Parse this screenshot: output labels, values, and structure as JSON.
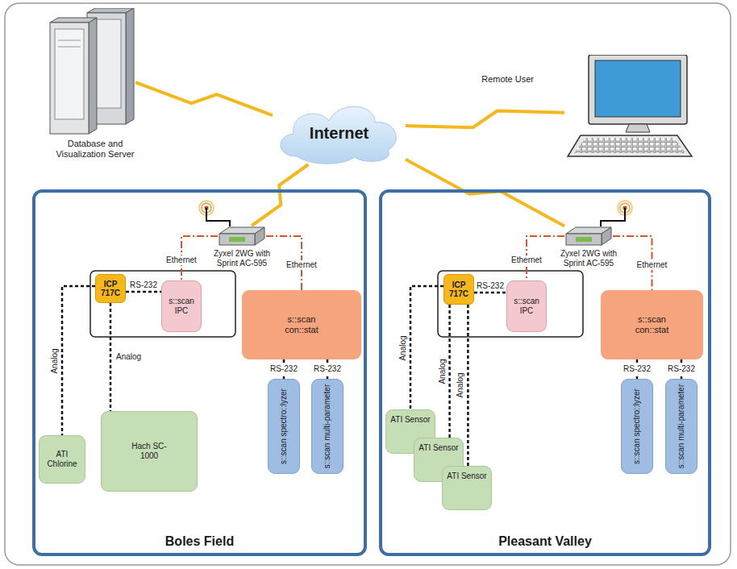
{
  "diagram": {
    "nodes": [
      {
        "text": [
          "Database and Visualization Server"
        ]
      },
      {
        "text": [
          "Internet"
        ]
      },
      {
        "text": [
          "Remote User"
        ]
      },
      {
        "text": [
          "Boles Field"
        ]
      },
      {
        "text": [
          "Zyxel 2WG with Sprint AC-595"
        ],
        "in": 3
      },
      {
        "text": [
          "ICP 717C"
        ],
        "in": 3
      },
      {
        "text": [
          "s::scan IPC"
        ],
        "in": 3
      },
      {
        "text": [
          "s::scan con::stat"
        ],
        "in": 3
      },
      {
        "text": [
          "ATI Chlorine"
        ],
        "in": 3
      },
      {
        "text": [
          "Hach SC-1000"
        ],
        "in": 3
      },
      {
        "text": [
          "s::scan spectro::lyzer"
        ],
        "in": 3
      },
      {
        "text": [
          "s::scan multi-parameter"
        ],
        "in": 3
      },
      {
        "text": [
          "Pleasant Valley"
        ]
      },
      {
        "text": [
          "Zyxel 2WG with Sprint AC-595"
        ],
        "in": 12
      },
      {
        "text": [
          "ICP 717C"
        ],
        "in": 12
      },
      {
        "text": [
          "s::scan IPC"
        ],
        "in": 12
      },
      {
        "text": [
          "s::scan con::stat"
        ],
        "in": 12
      },
      {
        "text": [
          "ATI Sensor"
        ],
        "in": 12
      },
      {
        "text": [
          "ATI Sensor"
        ],
        "in": 12
      },
      {
        "text": [
          "ATI Sensor"
        ],
        "in": 12
      },
      {
        "text": [
          "s::scan spectro::lyzer"
        ],
        "in": 12
      },
      {
        "text": [
          "s::scan multi-parameter"
        ],
        "in": 12
      }
    ],
    "edges": [
      {
        "from": 0,
        "to": 1,
        "arrow": "none"
      },
      {
        "from": 2,
        "to": 1,
        "arrow": "none"
      },
      {
        "from": 4,
        "to": 1,
        "arrow": "none"
      },
      {
        "from": 13,
        "to": 1,
        "arrow": "none"
      },
      {
        "from": 4,
        "to": 6,
        "label": "Ethernet",
        "arrow": "none"
      },
      {
        "from": 4,
        "to": 7,
        "label": "Ethernet",
        "arrow": "none"
      },
      {
        "from": 5,
        "to": 6,
        "label": "RS-232",
        "arrow": "none"
      },
      {
        "from": 5,
        "to": 8,
        "label": "Analog",
        "arrow": "none"
      },
      {
        "from": 5,
        "to": 9,
        "label": "Analog",
        "arrow": "none"
      },
      {
        "from": 7,
        "to": 10,
        "label": "RS-232",
        "arrow": "none"
      },
      {
        "from": 7,
        "to": 11,
        "label": "RS-232",
        "arrow": "none"
      },
      {
        "from": 13,
        "to": 15,
        "label": "Ethernet",
        "arrow": "none"
      },
      {
        "from": 13,
        "to": 16,
        "label": "Ethernet",
        "arrow": "none"
      },
      {
        "from": 14,
        "to": 15,
        "label": "RS-232",
        "arrow": "none"
      },
      {
        "from": 14,
        "to": 17,
        "label": "Analog",
        "arrow": "none"
      },
      {
        "from": 14,
        "to": 18,
        "label": "Analog",
        "arrow": "none"
      },
      {
        "from": 14,
        "to": 19,
        "label": "Analog",
        "arrow": "none"
      },
      {
        "from": 16,
        "to": 20,
        "label": "RS-232",
        "arrow": "none"
      },
      {
        "from": 16,
        "to": 21,
        "label": "RS-232",
        "arrow": "none"
      }
    ]
  }
}
